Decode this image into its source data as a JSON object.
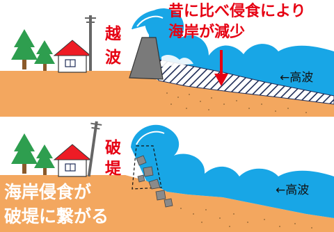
{
  "top_panel": {
    "vertical_label": [
      "越",
      "波"
    ],
    "note_line1": "昔に比べ侵食により",
    "note_line2": "海岸が減少",
    "wave_label": "←高波"
  },
  "bottom_panel": {
    "vertical_label": [
      "破",
      "堤"
    ],
    "wave_label": "←高波",
    "callout_line1": "海岸侵食が",
    "callout_line2": "破堤に繋がる"
  },
  "colors": {
    "sand": "#f3a75f",
    "sea": "#18a6e6",
    "label_red": "#e60012",
    "house_roof": "#ee1c25",
    "tree": "#2e9e4f",
    "seawall": "#7a7a7a"
  }
}
